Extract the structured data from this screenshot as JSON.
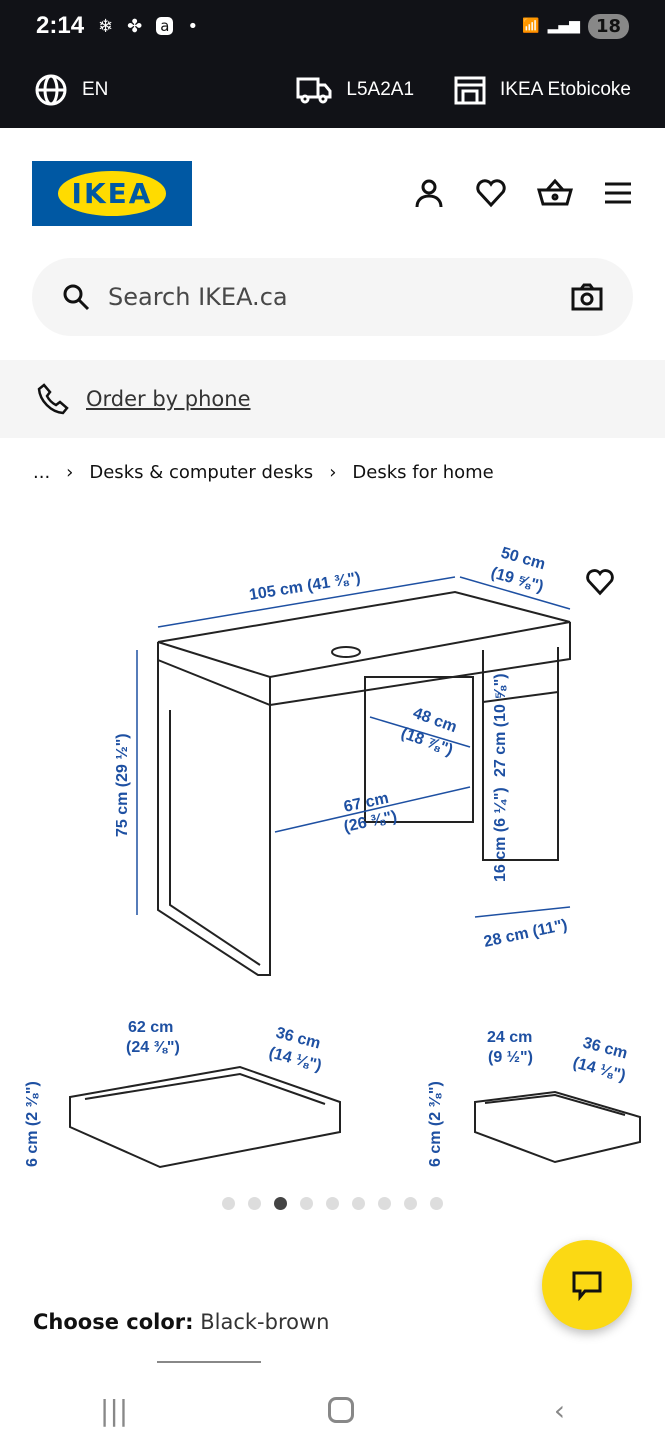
{
  "status": {
    "time": "2:14",
    "battery": "18"
  },
  "topbar": {
    "language": "EN",
    "postal_code": "L5A2A1",
    "store": "IKEA Etobicoke"
  },
  "header": {
    "logo": "IKEA"
  },
  "search": {
    "placeholder": "Search IKEA.ca"
  },
  "phone": {
    "label": "Order by phone"
  },
  "breadcrumb": {
    "ellipsis": "...",
    "items": [
      "Desks & computer desks",
      "Desks for home"
    ]
  },
  "image": {
    "dims": {
      "width": "105 cm (41 ⅜\")",
      "depth": "50 cm",
      "depth_in": "(19 ⅝\")",
      "height": "75 cm (29 ½\")",
      "inner_d": "48 cm",
      "inner_d_in": "(18 ⅞\")",
      "shelf_h": "27 cm (10 ⅝\")",
      "inner_w": "67 cm",
      "inner_w_in": "(26 ⅜\")",
      "shelf_h2": "16 cm (6 ¼\")",
      "cab_w": "28 cm (11\")",
      "d1_w": "62 cm",
      "d1_w_in": "(24 ⅜\")",
      "d1_d": "36 cm",
      "d1_d_in": "(14 ⅛\")",
      "d1_h": "6 cm (2 ⅜\")",
      "d2_w": "24 cm",
      "d2_w_in": "(9 ½\")",
      "d2_d": "36 cm",
      "d2_d_in": "(14 ⅛\")",
      "d2_h": "6 cm (2 ⅜\")"
    },
    "dots_total": 9,
    "dots_active": 3
  },
  "product": {
    "color_label": "Choose color:",
    "color_value": "Black-brown"
  },
  "colors": {
    "ikea_blue": "#0058a3",
    "ikea_yellow": "#ffdb00",
    "dim_blue": "#1e50a2"
  }
}
